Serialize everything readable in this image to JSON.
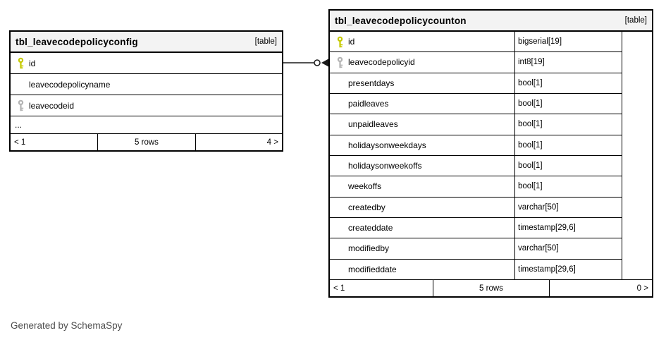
{
  "page": {
    "footer_note": "Generated by SchemaSpy"
  },
  "colors": {
    "pk_key": "#c6ca00",
    "fk_key": "#b4b4b4",
    "header_bg": "#f3f3f3",
    "border": "#000000",
    "connector": "#1a1a1a",
    "note_text": "#4d4d4d"
  },
  "relationship": {
    "from": "tbl_leavecodepolicyconfig.id",
    "to": "tbl_leavecodepolicycounton.leavecodepolicyid"
  },
  "tables": [
    {
      "name": "tbl_leavecodepolicyconfig",
      "badge": "[table]",
      "columns": [
        {
          "name": "id",
          "key": "pk"
        },
        {
          "name": "leavecodepolicyname",
          "key": "none"
        },
        {
          "name": "leavecodeid",
          "key": "fk"
        }
      ],
      "ellipsis_row": "...",
      "footer": {
        "left": "< 1",
        "center": "5 rows",
        "right": "4 >"
      }
    },
    {
      "name": "tbl_leavecodepolicycounton",
      "badge": "[table]",
      "columns": [
        {
          "name": "id",
          "type": "bigserial[19]",
          "key": "pk"
        },
        {
          "name": "leavecodepolicyid",
          "type": "int8[19]",
          "key": "fk"
        },
        {
          "name": "presentdays",
          "type": "bool[1]",
          "key": "none"
        },
        {
          "name": "paidleaves",
          "type": "bool[1]",
          "key": "none"
        },
        {
          "name": "unpaidleaves",
          "type": "bool[1]",
          "key": "none"
        },
        {
          "name": "holidaysonweekdays",
          "type": "bool[1]",
          "key": "none"
        },
        {
          "name": "holidaysonweekoffs",
          "type": "bool[1]",
          "key": "none"
        },
        {
          "name": "weekoffs",
          "type": "bool[1]",
          "key": "none"
        },
        {
          "name": "createdby",
          "type": "varchar[50]",
          "key": "none"
        },
        {
          "name": "createddate",
          "type": "timestamp[29,6]",
          "key": "none"
        },
        {
          "name": "modifiedby",
          "type": "varchar[50]",
          "key": "none"
        },
        {
          "name": "modifieddate",
          "type": "timestamp[29,6]",
          "key": "none"
        }
      ],
      "footer": {
        "left": "< 1",
        "center": "5 rows",
        "right": "0 >"
      }
    }
  ]
}
